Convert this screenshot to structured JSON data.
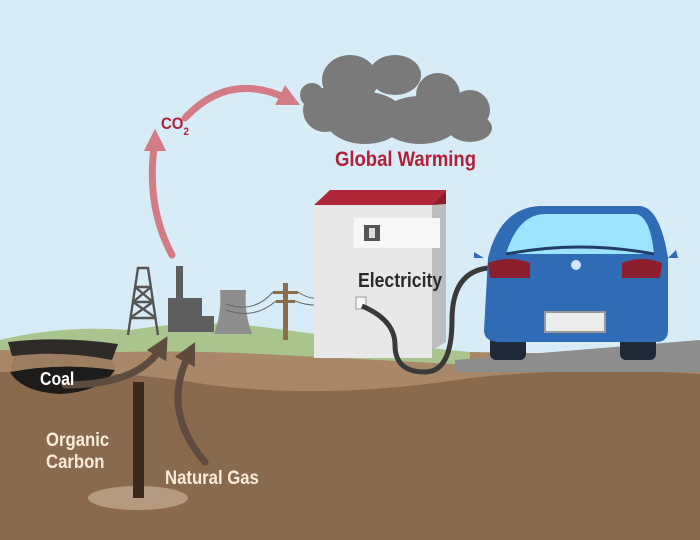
{
  "labels": {
    "co2_main": "CO",
    "co2_sub": "2",
    "global_warming": "Global Warming",
    "electricity": "Electricity",
    "coal": "Coal",
    "organic_carbon_line1": "Organic",
    "organic_carbon_line2": "Carbon",
    "natural_gas": "Natural Gas"
  },
  "colors": {
    "sky": "#d7ecf6",
    "soil": "#8a6a4c",
    "grass": "#a9c48c",
    "road": "#8d8d8d",
    "cloud": "#7a7a7a",
    "arrow_co2": "#d47c86",
    "arrow_carbon": "#5d4c3e",
    "station_roof": "#9a1f2e",
    "car_body": "#2f6cb5",
    "label_red": "#b21f3a"
  }
}
